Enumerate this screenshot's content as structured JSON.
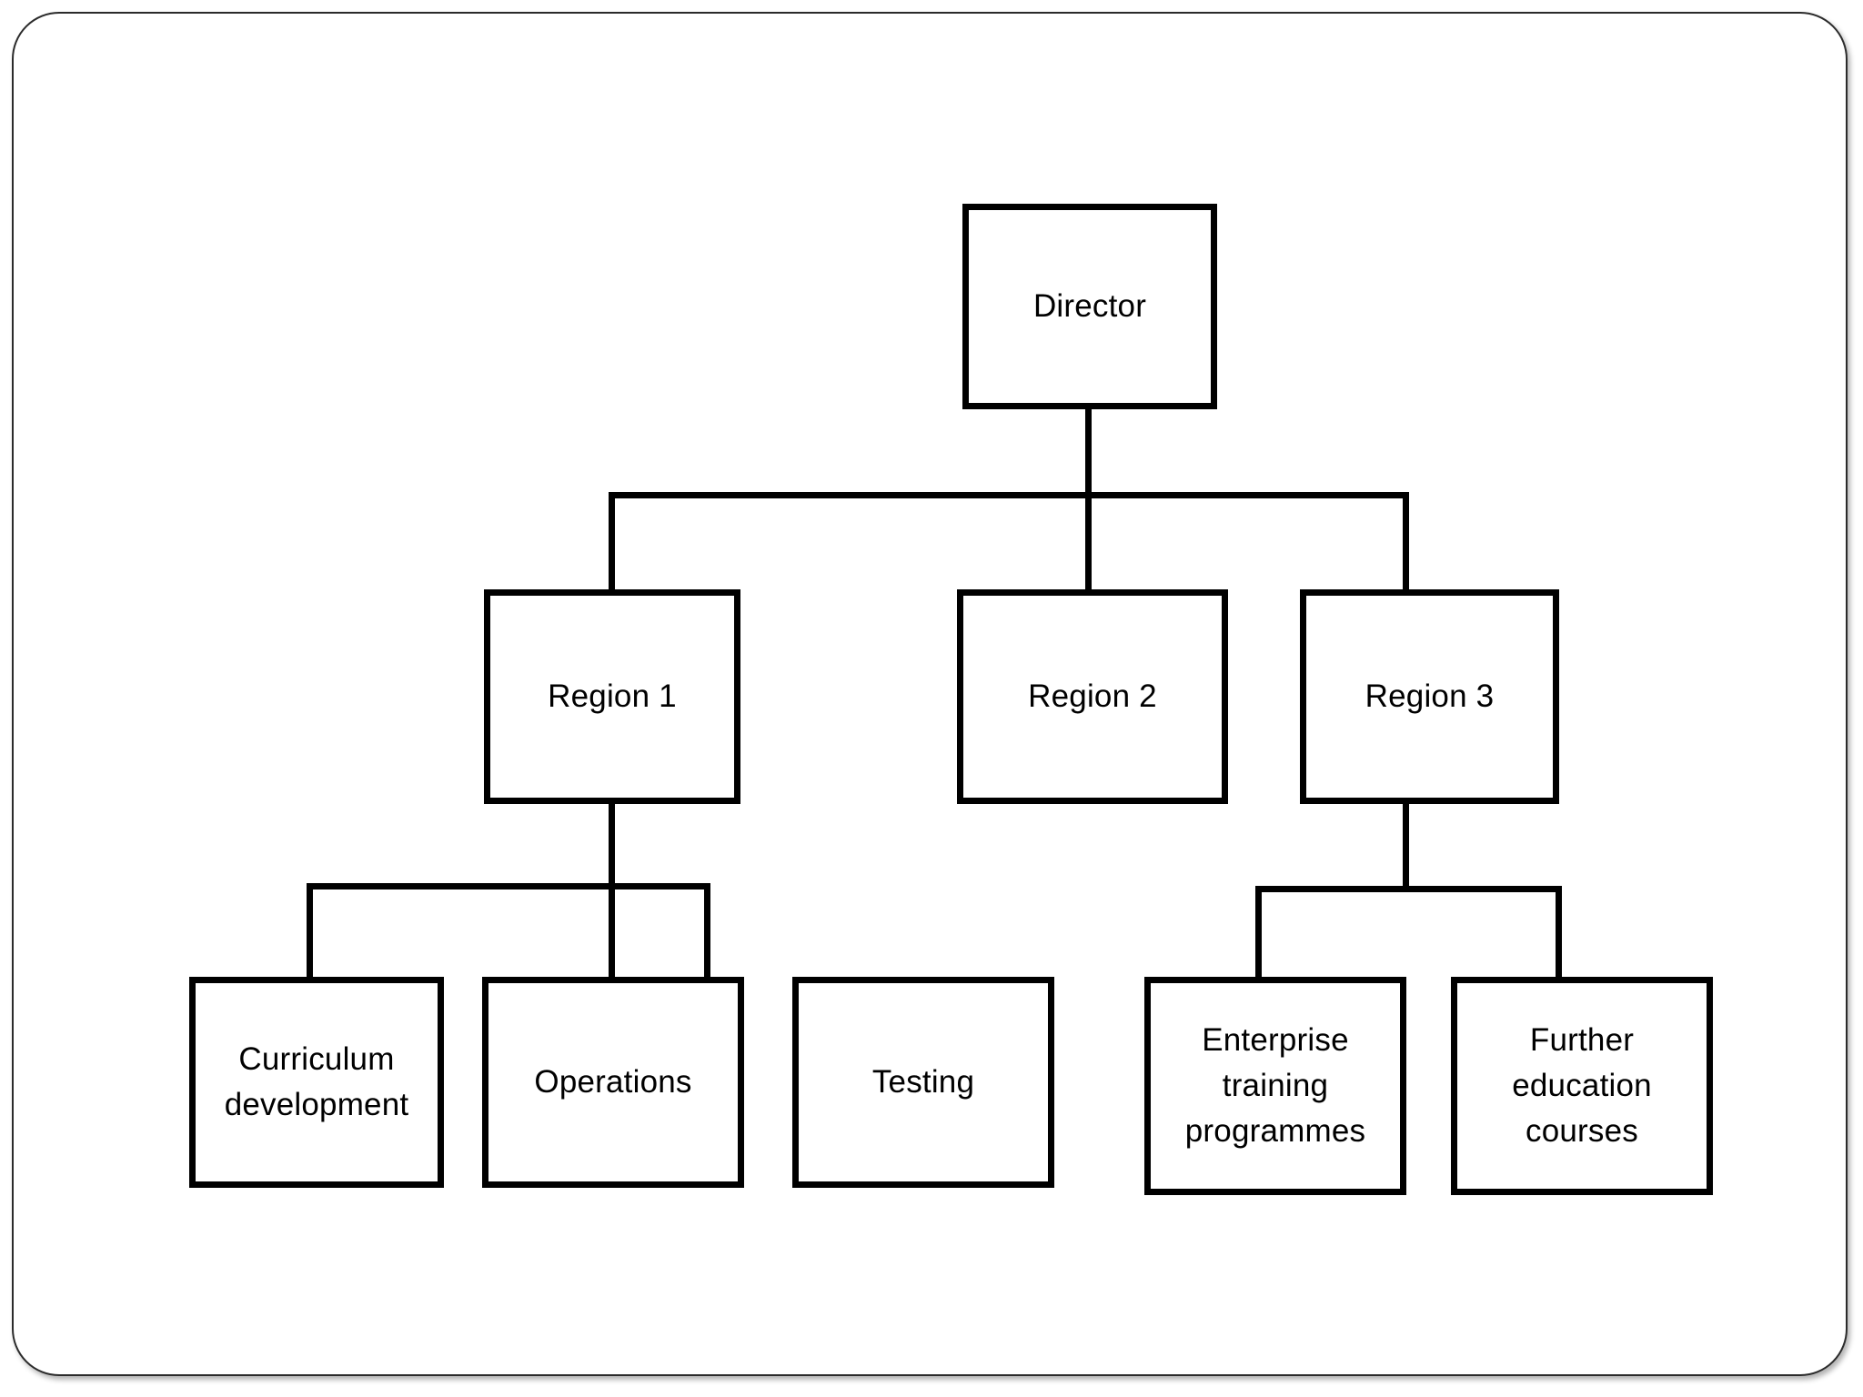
{
  "diagram": {
    "type": "organizational-chart",
    "title": "",
    "background_color": "#ffffff",
    "line_color": "#000000",
    "box_border_color": "#000000",
    "box_fill_color": "#ffffff",
    "frame_border_color": "#2b2b2b",
    "levels": 3,
    "nodes": [
      {
        "id": "director",
        "label": "Director",
        "level": 0,
        "parent": null
      },
      {
        "id": "region1",
        "label": "Region 1",
        "level": 1,
        "parent": "director"
      },
      {
        "id": "region2",
        "label": "Region 2",
        "level": 1,
        "parent": "director"
      },
      {
        "id": "region3",
        "label": "Region 3",
        "level": 1,
        "parent": "director"
      },
      {
        "id": "curriculum",
        "label": "Curriculum\ndevelopment",
        "level": 2,
        "parent": "region1"
      },
      {
        "id": "operations",
        "label": "Operations",
        "level": 2,
        "parent": "region1"
      },
      {
        "id": "testing",
        "label": "Testing",
        "level": 2,
        "parent": "region1"
      },
      {
        "id": "enterprise",
        "label": "Enterprise\ntraining\nprogrammes",
        "level": 2,
        "parent": "region3"
      },
      {
        "id": "further",
        "label": "Further\neducation\ncourses",
        "level": 2,
        "parent": "region3"
      }
    ],
    "edges": [
      {
        "from": "director",
        "to": "region1"
      },
      {
        "from": "director",
        "to": "region2"
      },
      {
        "from": "director",
        "to": "region3"
      },
      {
        "from": "region1",
        "to": "curriculum"
      },
      {
        "from": "region1",
        "to": "operations"
      },
      {
        "from": "region1",
        "to": "testing"
      },
      {
        "from": "region3",
        "to": "enterprise"
      },
      {
        "from": "region3",
        "to": "further"
      }
    ]
  }
}
